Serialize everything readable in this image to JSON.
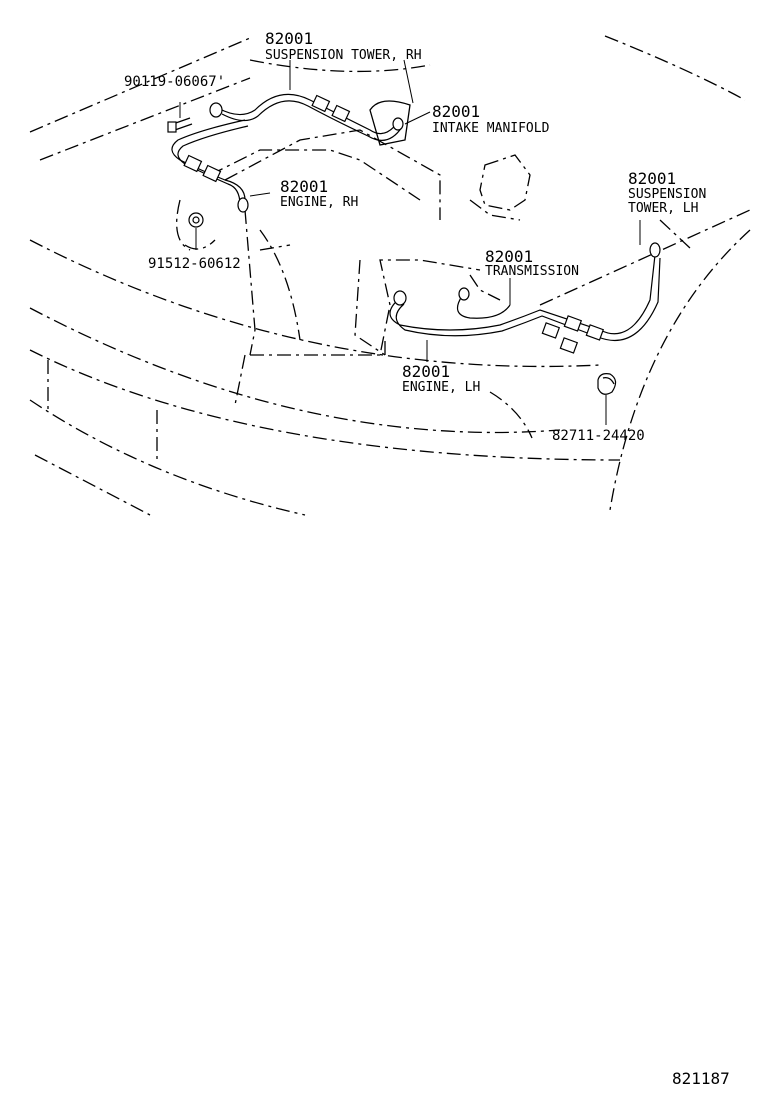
{
  "labels": {
    "suspension_tower_rh": {
      "part": "82001",
      "desc": "SUSPENSION TOWER, RH"
    },
    "intake_manifold": {
      "part": "82001",
      "desc": "INTAKE MANIFOLD"
    },
    "engine_rh": {
      "part": "82001",
      "desc": "ENGINE, RH"
    },
    "transmission": {
      "part": "82001",
      "desc": "TRANSMISSION"
    },
    "suspension_tower_lh": {
      "part": "82001",
      "desc1": "SUSPENSION",
      "desc2": "TOWER, LH"
    },
    "engine_lh": {
      "part": "82001",
      "desc": "ENGINE, LH"
    }
  },
  "parts": {
    "bolt": "90119-06067'",
    "nut": "91512-60612",
    "clamp": "82711-24420"
  },
  "figure_number": "821187"
}
